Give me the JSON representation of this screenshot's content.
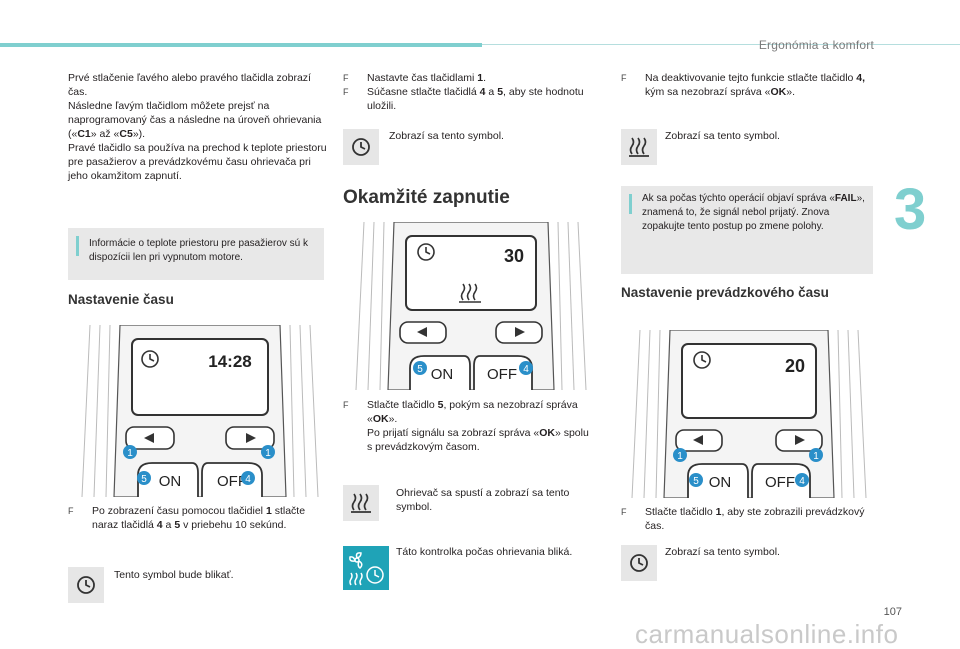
{
  "header": {
    "title": "Ergonómia a komfort"
  },
  "chapter": {
    "number": "3"
  },
  "page": {
    "number": "107"
  },
  "watermark": {
    "text": "carmanualsonline.info"
  },
  "col1": {
    "intro_p1": "Prvé stlačenie ľavého alebo pravého tlačidla zobrazí čas.",
    "intro_p2a": "Následne ľavým tlačidlom môžete prejsť na naprogramovaný čas a následne na úroveň ohrievania («",
    "intro_c1": "C1",
    "intro_p2b": "» až «",
    "intro_c5": "C5",
    "intro_p2c": "»).",
    "intro_p3": "Pravé tlačidlo sa používa na prechod k teplote priestoru pre pasažierov a prevádzkovému času ohrievača pri jeho okamžitom zapnutí.",
    "info_text": "Informácie o teplote priestoru pre pasažierov sú k dispozícii len pri vypnutom motore.",
    "heading": "Nastavenie času",
    "keypad": {
      "display": "14:28",
      "left_num": "1",
      "right_num": "1",
      "on_num": "5",
      "off_num": "4",
      "on_label": "ON",
      "off_label": "OFF"
    },
    "step_a": "Po zobrazení času pomocou tlačidiel ",
    "step_b": "1",
    "step_c": " stlačte naraz tlačidlá ",
    "step_d": "4",
    "step_e": " a ",
    "step_f": "5",
    "step_g": " v priebehu 10 sekúnd.",
    "symbol_text": "Tento symbol bude blikať."
  },
  "col2": {
    "step1_a": "Nastavte čas tlačidlami ",
    "step1_b": "1",
    "step1_c": ".",
    "step2_a": "Súčasne stlačte tlačidlá ",
    "step2_b": "4",
    "step2_c": " a ",
    "step2_d": "5",
    "step2_e": ", aby ste hodnotu uložili.",
    "symbol_text": "Zobrazí sa tento symbol.",
    "heading": "Okamžité zapnutie",
    "keypad": {
      "display": "30",
      "on_num": "5",
      "off_num": "4",
      "on_label": "ON",
      "off_label": "OFF"
    },
    "step3_a": "Stlačte tlačidlo ",
    "step3_b": "5",
    "step3_c": ", pokým sa nezobrazí správa «",
    "step3_d": "OK",
    "step3_e": "».",
    "step3_f": "Po prijatí signálu sa zobrazí správa «",
    "step3_g": "OK",
    "step3_h": "» spolu s prevádzkovým časom.",
    "heater_text": "Ohrievač sa spustí a zobrazí sa tento symbol.",
    "lamp_text": "Táto kontrolka počas ohrievania bliká."
  },
  "col3": {
    "step1_a": "Na deaktivovanie tejto funkcie stlačte tlačidlo ",
    "step1_b": "4,",
    "step1_c": " kým sa nezobrazí správa «",
    "step1_d": "OK",
    "step1_e": "».",
    "symbol_text": "Zobrazí sa tento symbol.",
    "info_a": "Ak sa počas týchto operácií objaví správa «",
    "info_b": "FAIL",
    "info_c": "», znamená to, že signál nebol prijatý. Znova zopakujte tento postup po zmene polohy.",
    "heading": "Nastavenie prevádzkového času",
    "keypad": {
      "display": "20",
      "left_num": "1",
      "right_num": "1",
      "on_num": "5",
      "off_num": "4",
      "on_label": "ON",
      "off_label": "OFF"
    },
    "step2_a": "Stlačte tlačidlo ",
    "step2_b": "1",
    "step2_c": ", aby ste zobrazili prevádzkový čas."
  },
  "colors": {
    "accent": "#7fcfcf",
    "info_bg": "#e8e8e8",
    "badge": "#2a8fc9",
    "lamp_bg": "#1fa3b7"
  },
  "icons": [
    "clock-icon",
    "heater-icon",
    "fan-heater-clock-icon",
    "arrow-left-icon",
    "arrow-right-icon",
    "info-icon"
  ]
}
